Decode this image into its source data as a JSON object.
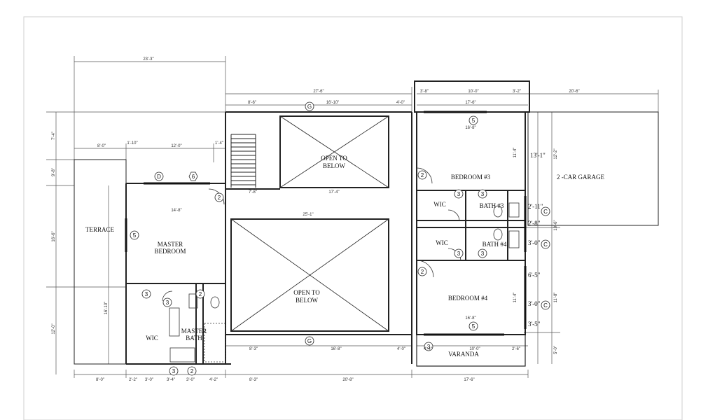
{
  "rooms": {
    "open_below_top": [
      "OPEN TO",
      "BELOW"
    ],
    "open_below_main": [
      "OPEN TO",
      "BELOW"
    ],
    "bedroom3": "BEDROOM #3",
    "bedroom4": "BEDROOM #4",
    "garage": "2 -CAR GARAGE",
    "terrace": "TERRACE",
    "master_bedroom": [
      "MASTER",
      "BEDROOM"
    ],
    "master_bath": [
      "MASTER",
      "BATH"
    ],
    "wic_master": "WIC",
    "wic_upper": "WIC",
    "wic_lower": "WIC",
    "bath3": "BATH #3",
    "bath4": "BATH #4",
    "varanda": "VARANDA"
  },
  "heights": {
    "h1": "13'-1\"",
    "h2": "2'-11\"",
    "h3": "2'-8\"",
    "h4": "3'-0\"",
    "h5": "6'-5\"",
    "h6": "3'-0\"",
    "h7": "3'-5\""
  },
  "tags": {
    "g_top": "G",
    "g_bottom": "G",
    "d": "D",
    "c1": "C",
    "c2": "C",
    "c3": "C",
    "hex6": "6",
    "hex5_top": "5",
    "hex5_bot": "5",
    "hex5_left": "5",
    "d2": [
      "2",
      "2",
      "2",
      "2",
      "2"
    ],
    "d3": [
      "3",
      "3",
      "3",
      "3",
      "3",
      "3",
      "3",
      "3"
    ]
  },
  "dims": {
    "top_terrace": "23'-3\"",
    "top_main": "27'-6\"",
    "top_right1": "3'-8\"",
    "top_right2": "10'-0\"",
    "top_right3": "3'-2\"",
    "top_garage": "20'-6\"",
    "row2_a": "8'-6\"",
    "row2_b": "16'-10\"",
    "row2_c": "4'-0\"",
    "row2_d": "17'-6\"",
    "master_a": "8'-0\"",
    "master_b": "1'-10\"",
    "master_c": "12'-0\"",
    "master_d": "1'-4\"",
    "stair_a": "7'-8\"",
    "stair_b": "17'-4\"",
    "mb_width": "14'-8\"",
    "open_width": "25'-1\"",
    "bed3_width": "16'-8\"",
    "bed4_width": "16'-8\"",
    "left_a": "7'-4\"",
    "left_b": "9'-8\"",
    "left_c": "16'-6\"",
    "left_d": "12'-0\"",
    "left_e": "16'-10\"",
    "bot_a": "8'-0\"",
    "bot_b": "2'-2\"",
    "bot_c": "3'-0\"",
    "bot_d": "3'-4\"",
    "bot_e": "3'-0\"",
    "bot_f": "4'-2\"",
    "bot_g": "8'-3\"",
    "bot_h": "20'-8\"",
    "bot_i": "17'-6\"",
    "row_b_a": "8'-3\"",
    "row_b_b": "16'-8\"",
    "row_b_c": "4'-0\"",
    "row_b_d": "4'-4\"",
    "row_b_e": "10'-0\"",
    "row_b_f": "2'-6\"",
    "right_a": "12'-2\"",
    "right_b": "10'-6\"",
    "right_c": "11'-8\"",
    "right_d": "5'-0\"",
    "bed3_h": "11'-4\"",
    "bed4_h": "11'-4\""
  }
}
